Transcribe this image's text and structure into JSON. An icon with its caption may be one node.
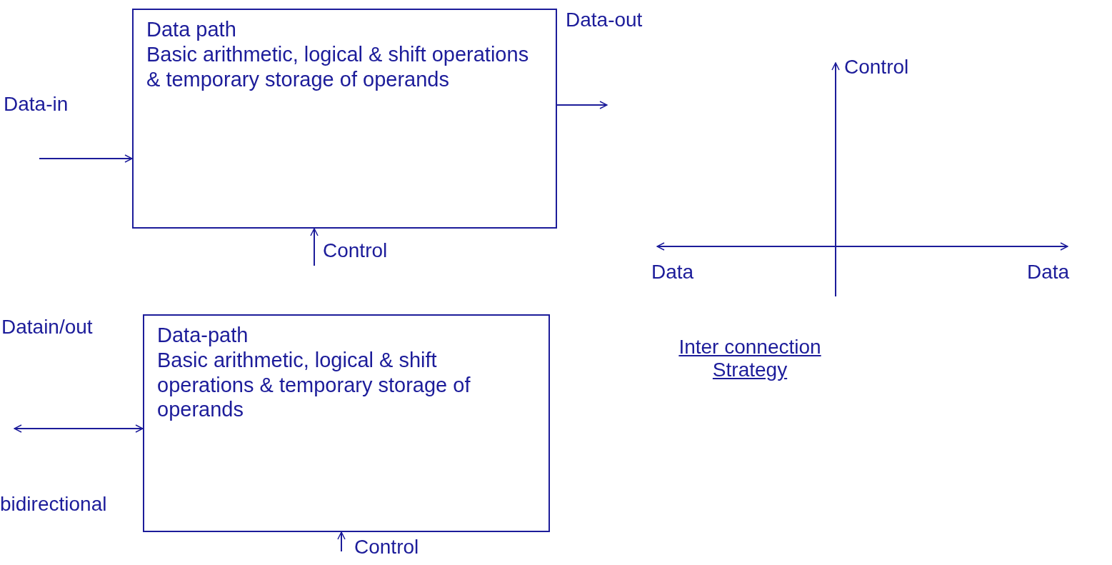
{
  "diagram": {
    "nodes": [
      {
        "text": [
          "Data path",
          "Basic arithmetic, logical & shift operations & temporary storage of operands"
        ]
      },
      {
        "text": [
          "Data-path",
          "Basic arithmetic, logical & shift operations & temporary storage of operands"
        ]
      }
    ],
    "edges": [
      {
        "from": null,
        "to": 0,
        "arrow": "to",
        "label": "Data-in"
      },
      {
        "from": 0,
        "to": null,
        "arrow": "to",
        "label": "Data-out"
      },
      {
        "from": null,
        "to": 0,
        "arrow": "to",
        "label": "Control"
      },
      {
        "from": null,
        "to": 1,
        "arrow": "both",
        "label": "Datain/out"
      },
      {
        "from": null,
        "to": 1,
        "arrow": "to",
        "label": "Control"
      }
    ],
    "labels": [
      "Control",
      "Data",
      "Data",
      "Inter connection Strategy",
      "bidirectional"
    ]
  }
}
